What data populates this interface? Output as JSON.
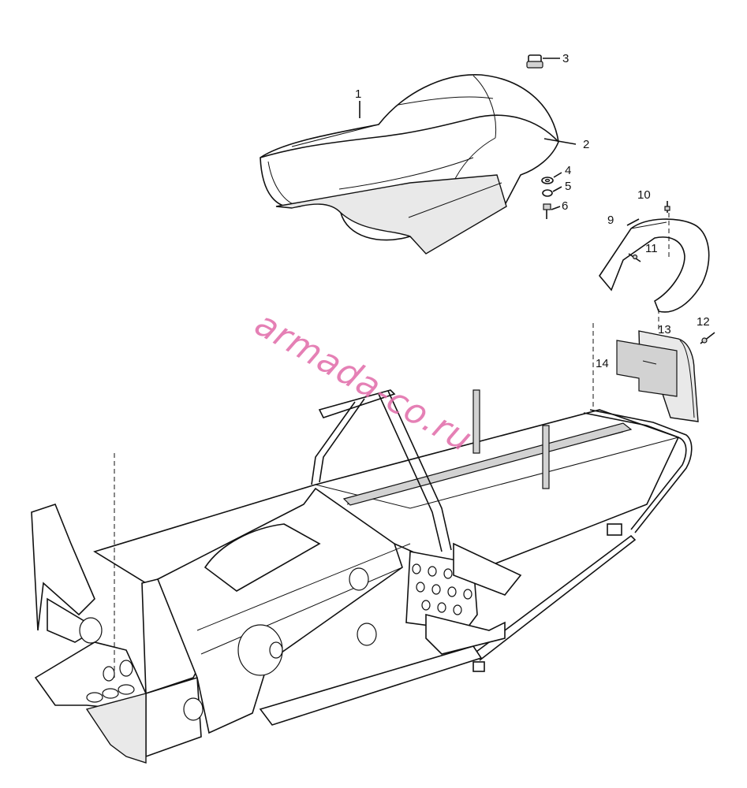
{
  "diagram": {
    "callouts": [
      {
        "id": "1",
        "text": "1",
        "part": "seat-cushion"
      },
      {
        "id": "2",
        "text": "2",
        "part": "seat-cover"
      },
      {
        "id": "3",
        "text": "3",
        "part": "seat-latch"
      },
      {
        "id": "4",
        "text": "4",
        "part": "washer-upper"
      },
      {
        "id": "5",
        "text": "5",
        "part": "washer-lower"
      },
      {
        "id": "6",
        "text": "6",
        "part": "bolt"
      },
      {
        "id": "9",
        "text": "9",
        "part": "grab-handle"
      },
      {
        "id": "10",
        "text": "10",
        "part": "screw-top"
      },
      {
        "id": "11",
        "text": "11",
        "part": "screw-handle"
      },
      {
        "id": "12",
        "text": "12",
        "part": "screw-flap"
      },
      {
        "id": "13",
        "text": "13",
        "part": "snow-flap"
      },
      {
        "id": "14",
        "text": "14",
        "part": "flap-plate"
      }
    ],
    "watermark": "armada-co.ru",
    "colors": {
      "linework": "#111111",
      "watermark": "#e06aa8",
      "background": "#ffffff"
    }
  }
}
